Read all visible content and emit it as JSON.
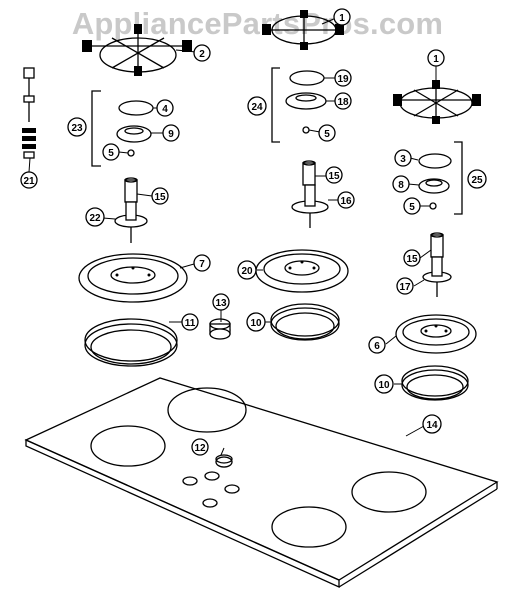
{
  "watermark": "AppliancePartsPros.com",
  "callouts": {
    "c1a": "1",
    "c1b": "1",
    "c2": "2",
    "c3": "3",
    "c4": "4",
    "c5a": "5",
    "c5b": "5",
    "c5c": "5",
    "c6": "6",
    "c7": "7",
    "c8": "8",
    "c9": "9",
    "c10a": "10",
    "c10b": "10",
    "c11": "11",
    "c12": "12",
    "c13": "13",
    "c14": "14",
    "c15a": "15",
    "c15b": "15",
    "c15c": "15",
    "c16": "16",
    "c17": "17",
    "c18": "18",
    "c19": "19",
    "c20": "20",
    "c21": "21",
    "c22": "22",
    "c23": "23",
    "c24": "24",
    "c25": "25"
  }
}
